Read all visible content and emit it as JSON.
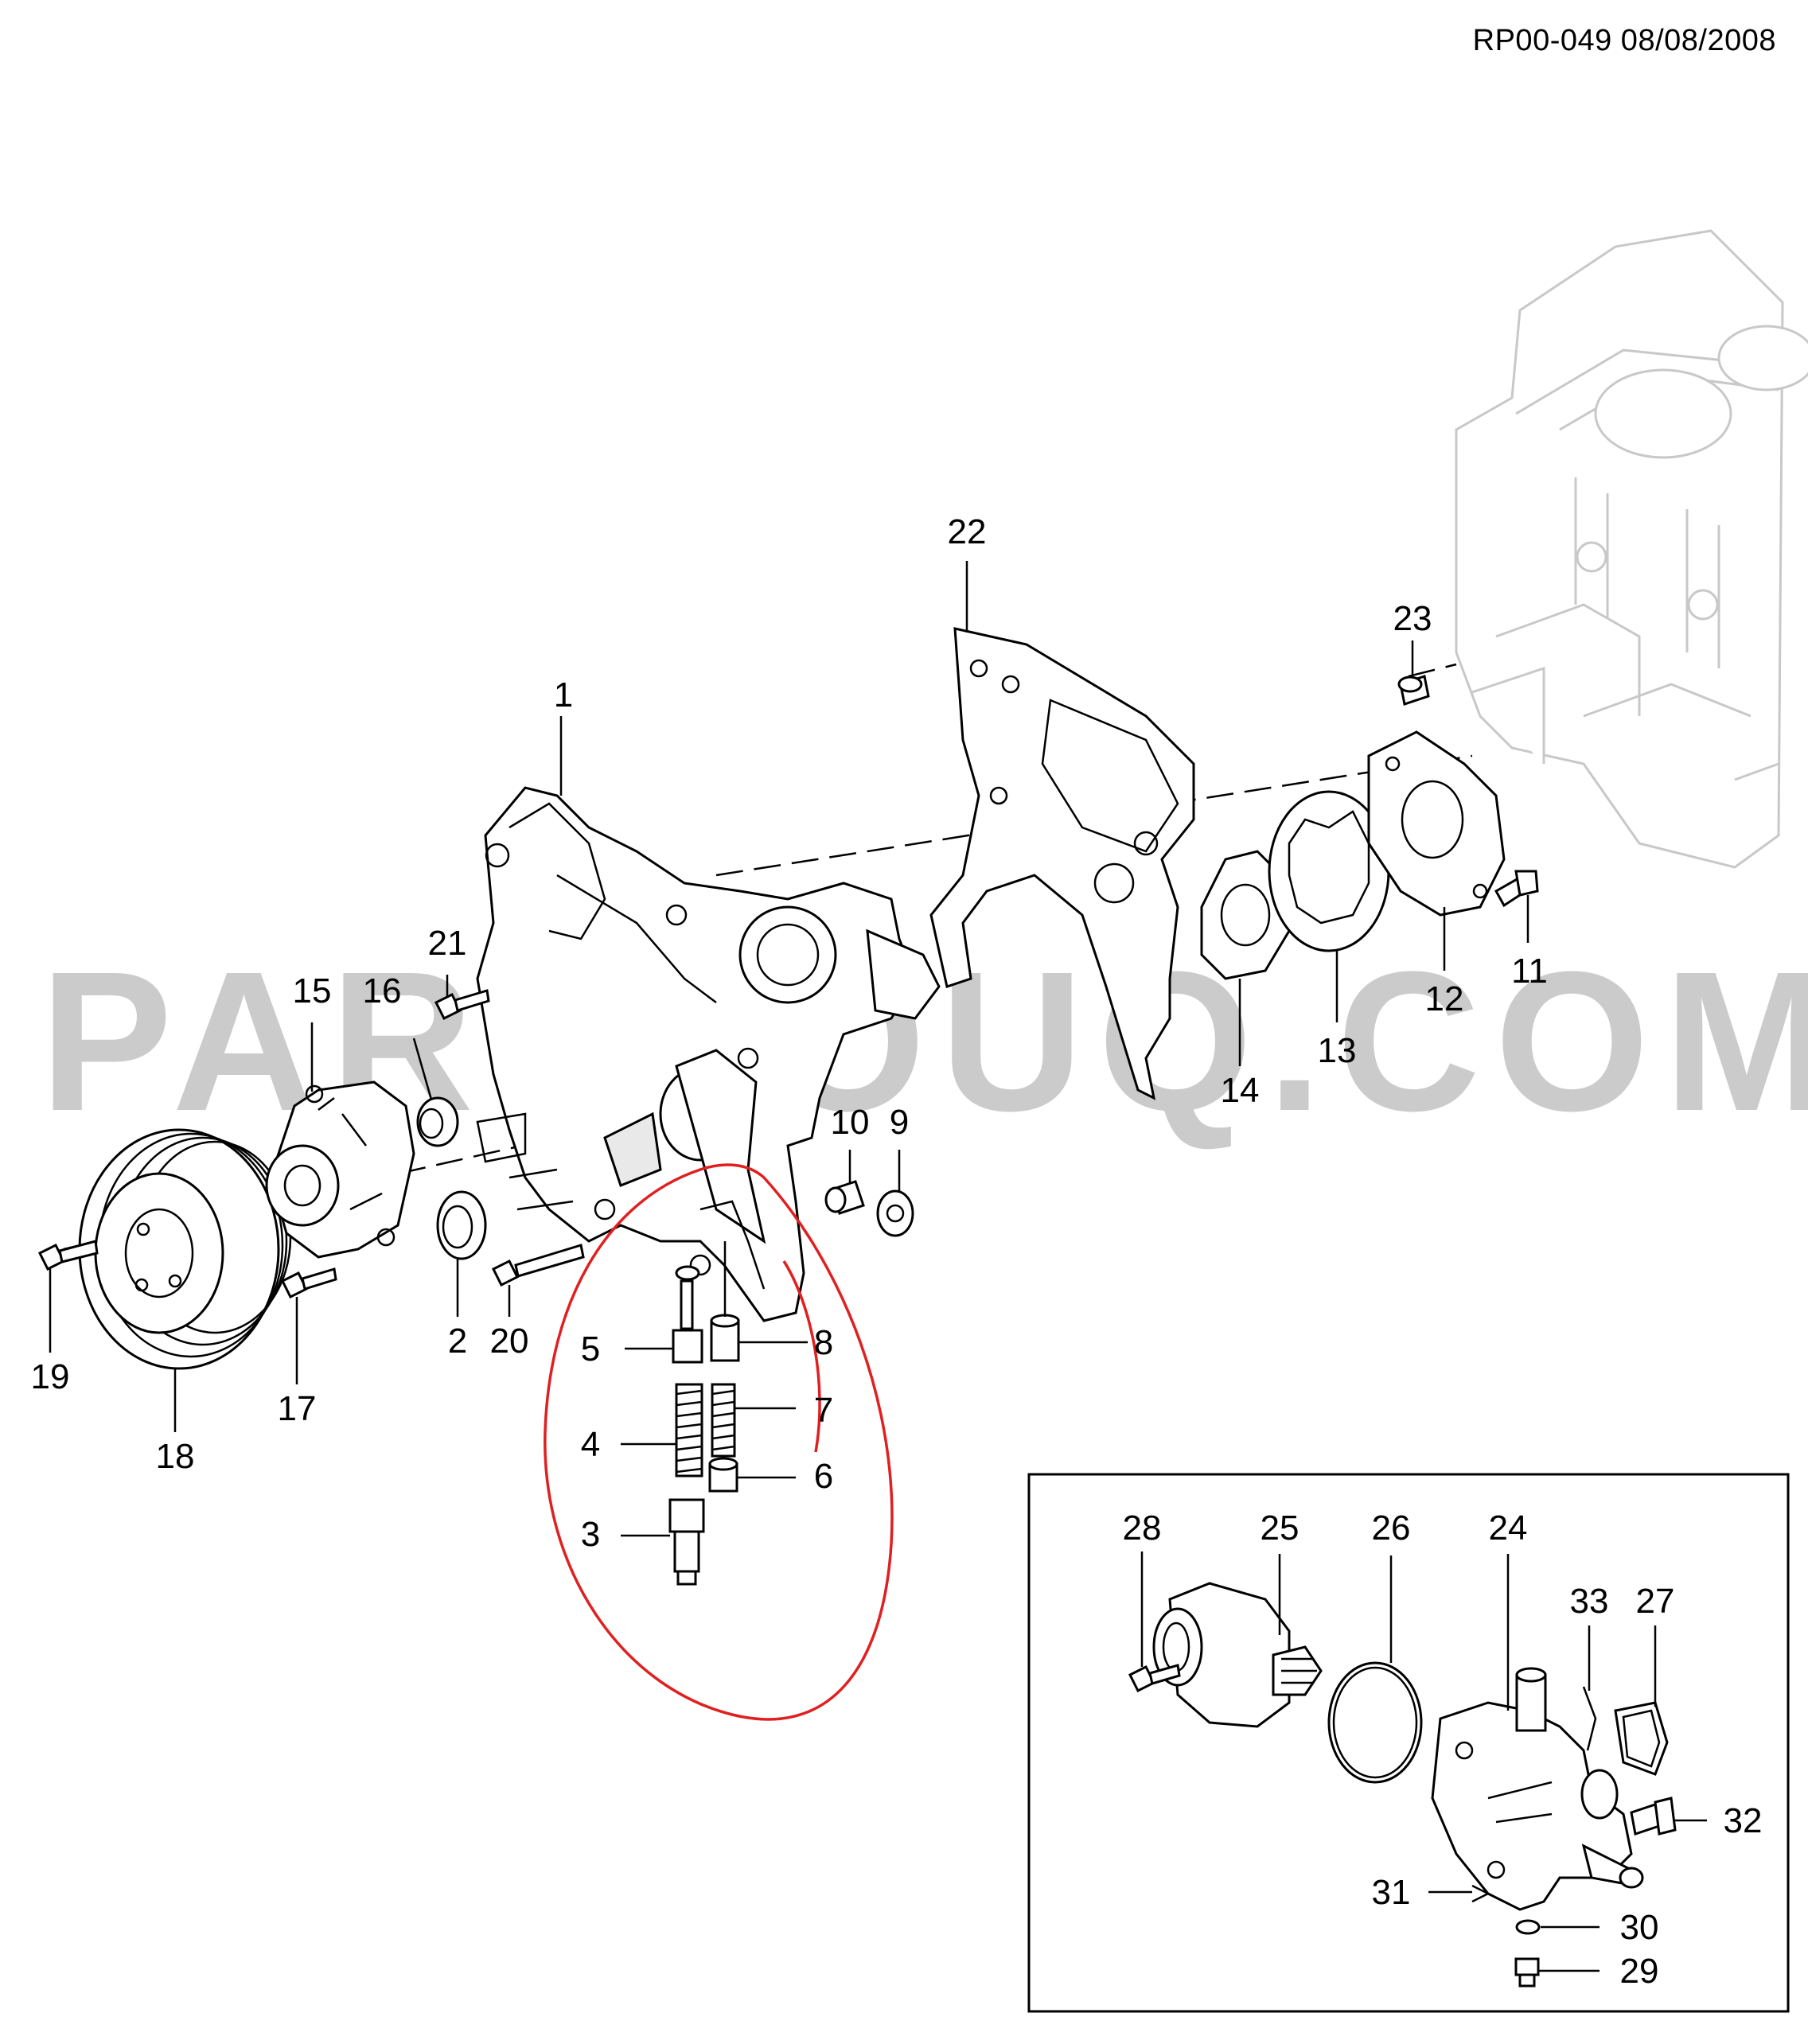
{
  "header": {
    "reference": "RP00-049 08/08/2008"
  },
  "watermark": "PARTSOUQ.COM",
  "callouts": {
    "n1": "1",
    "n2": "2",
    "n3": "3",
    "n4": "4",
    "n5": "5",
    "n6": "6",
    "n7": "7",
    "n8": "8",
    "n9": "9",
    "n10": "10",
    "n11": "11",
    "n12": "12",
    "n13": "13",
    "n14": "14",
    "n15": "15",
    "n16": "16",
    "n17": "17",
    "n18": "18",
    "n19": "19",
    "n20": "20",
    "n21": "21",
    "n22": "22",
    "n23": "23",
    "n24": "24",
    "n25": "25",
    "n26": "26",
    "n27": "27",
    "n28": "28",
    "n29": "29",
    "n30": "30",
    "n31": "31",
    "n32": "32",
    "n33": "33"
  },
  "colors": {
    "line": "#000000",
    "watermark": "#b9b9b9",
    "annotation": "#e02020",
    "engine_block": "#c8c8c8"
  }
}
